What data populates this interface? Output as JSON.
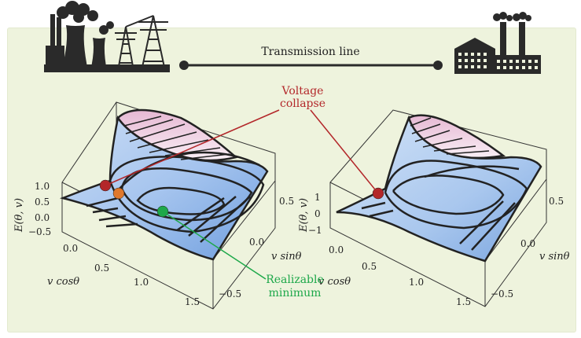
{
  "transmission_label": "Transmission line",
  "annotations": {
    "collapse_line1": "Voltage",
    "collapse_line2": "collapse",
    "minimum_line1": "Realizable",
    "minimum_line2": "minimum"
  },
  "plots": [
    {
      "zlabel": "E(θ, v)",
      "xlabel": "v cosθ",
      "ylabel": "v sinθ",
      "z_ticks": [
        "1.0",
        "0.5",
        "0.0",
        "−0.5"
      ],
      "x_ticks": [
        "0.0",
        "0.5",
        "1.0",
        "1.5"
      ],
      "y_ticks": [
        "0.5",
        "0.0",
        "−0.5"
      ]
    },
    {
      "zlabel": "E(θ, v)",
      "xlabel": "v cosθ",
      "ylabel": "v sinθ",
      "z_ticks": [
        "1",
        "0",
        "−1"
      ],
      "x_ticks": [
        "0.0",
        "0.5",
        "1.0",
        "1.5"
      ],
      "y_ticks": [
        "0.5",
        "0.0",
        "−0.5"
      ]
    }
  ],
  "colors": {
    "panel_bg": "#eef3dd",
    "surface_blue": "#8fb5e8",
    "surface_pink": "#f1d5e6",
    "collapse_red": "#b3272a",
    "orange_point": "#e0782b",
    "minimum_green": "#1ea84a",
    "silhouette": "#2b2b2b"
  },
  "icons": [
    "power-plant-icon",
    "transmission-tower-icon",
    "factory-icon"
  ]
}
